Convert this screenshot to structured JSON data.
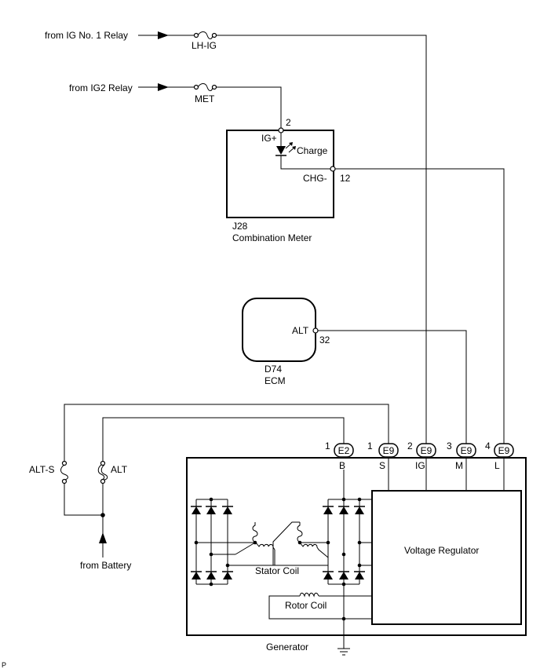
{
  "sources": {
    "ig1": "from IG No. 1 Relay",
    "ig2": "from IG2 Relay",
    "battery": "from Battery"
  },
  "fuses": {
    "lhig": "LH-IG",
    "met": "MET",
    "alts": "ALT-S",
    "alt": "ALT"
  },
  "meter": {
    "code": "J28",
    "name": "Combination Meter",
    "igplus": "IG+",
    "igplus_pin": "2",
    "lamp": "Charge",
    "chg": "CHG-",
    "chg_pin": "12"
  },
  "ecm": {
    "code": "D74",
    "name": "ECM",
    "alt": "ALT",
    "alt_pin": "32"
  },
  "connectors": [
    {
      "pin": "1",
      "code": "E2",
      "terminal": "B"
    },
    {
      "pin": "1",
      "code": "E9",
      "terminal": "S"
    },
    {
      "pin": "2",
      "code": "E9",
      "terminal": "IG"
    },
    {
      "pin": "3",
      "code": "E9",
      "terminal": "M"
    },
    {
      "pin": "4",
      "code": "E9",
      "terminal": "L"
    }
  ],
  "generator": {
    "name": "Generator",
    "regulator": "Voltage Regulator",
    "stator": "Stator Coil",
    "rotor": "Rotor Coil"
  },
  "corner_mark": "P"
}
